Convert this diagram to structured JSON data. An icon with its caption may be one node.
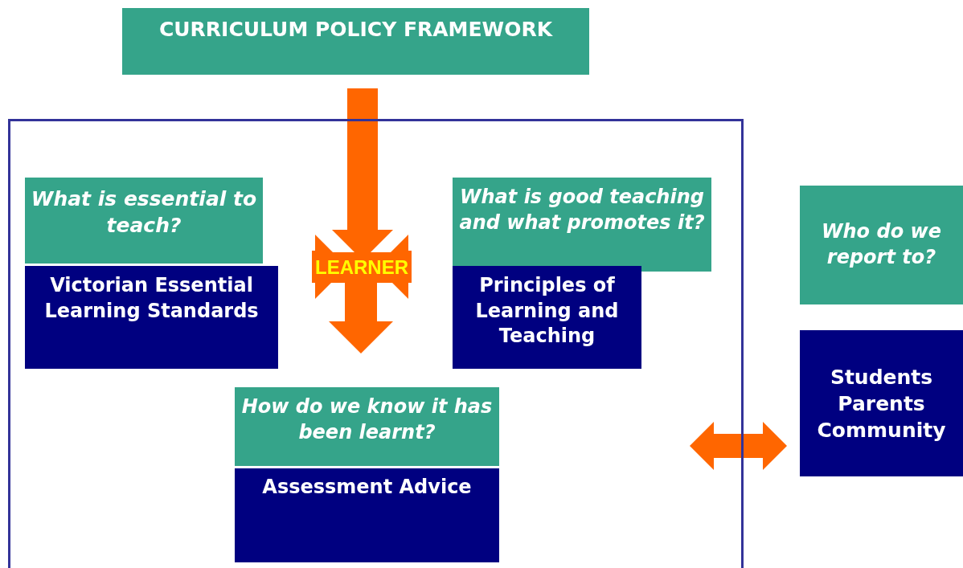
{
  "diagram": {
    "nodes": [
      {
        "text": [
          "CURRICULUM POLICY FRAMEWORK"
        ]
      },
      {
        "text": [],
        "shape": "box"
      },
      {
        "text": [
          "What is essential to teach?"
        ],
        "in": 1
      },
      {
        "text": [
          "Victorian Essential Learning Standards"
        ],
        "in": 1
      },
      {
        "text": [
          "What is good teaching and what promotes it?"
        ],
        "in": 1
      },
      {
        "text": [
          "Principles of Learning and Teaching"
        ],
        "in": 1
      },
      {
        "text": [
          "LEARNER"
        ],
        "in": 1
      },
      {
        "text": [
          "How do we know it has been learnt?"
        ],
        "in": 1
      },
      {
        "text": [
          "Assessment Advice"
        ],
        "in": 1
      },
      {
        "text": [
          "Who do we report to?"
        ]
      },
      {
        "text": [
          "Students Parents Community"
        ]
      }
    ],
    "edges": [
      {
        "from": 0,
        "to": 6,
        "arrow": "to"
      },
      {
        "from": 6,
        "to": 3,
        "arrow": "to"
      },
      {
        "from": 6,
        "to": 5,
        "arrow": "to"
      },
      {
        "from": 6,
        "to": 7,
        "arrow": "to"
      },
      {
        "from": 1,
        "to": 10,
        "arrow": "both"
      }
    ]
  }
}
